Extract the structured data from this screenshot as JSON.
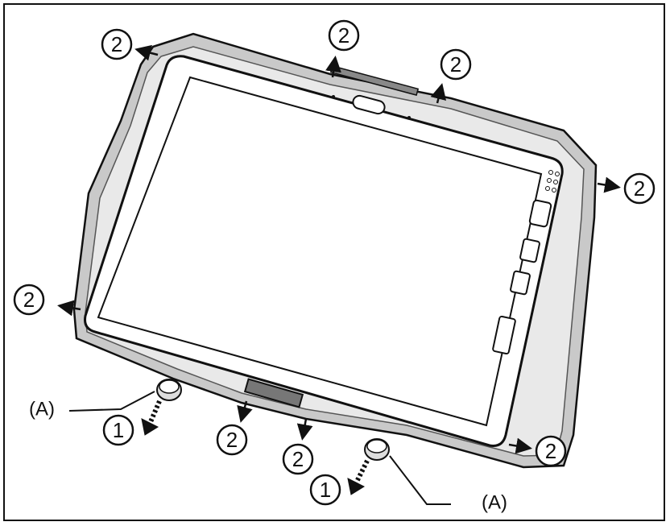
{
  "figure": {
    "callouts": {
      "step1": "1",
      "step2": "2",
      "label_a": "(A)"
    },
    "colors": {
      "line": "#111111",
      "bumper": "#8c8c8c",
      "bumper_dark": "#3a3a3a",
      "screen": "#ffffff"
    }
  }
}
